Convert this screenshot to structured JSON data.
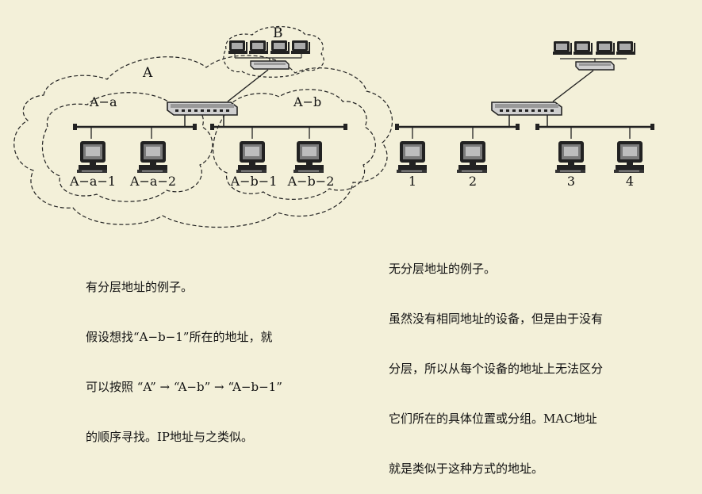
{
  "left_diagram": {
    "group_labels": {
      "outer": "A",
      "left_sub": "A−a",
      "right_sub": "A−b",
      "remote": "B"
    },
    "host_labels": [
      "A−a−1",
      "A−a−2",
      "A−b−1",
      "A−b−2"
    ]
  },
  "right_diagram": {
    "host_labels": [
      "1",
      "2",
      "3",
      "4"
    ]
  },
  "captions": {
    "left": [
      "有分层地址的例子。",
      "假设想找“A−b−1”所在的地址，就",
      "可以按照 “A” → “A−b” → “A−b−1”",
      "的顺序寻找。IP地址与之类似。"
    ],
    "right": [
      "无分层地址的例子。",
      "虽然没有相同地址的设备，但是由于没有",
      "分层，所以从每个设备的地址上无法区分",
      "它们所在的具体位置或分组。MAC地址",
      "就是类似于这种方式的地址。"
    ]
  }
}
